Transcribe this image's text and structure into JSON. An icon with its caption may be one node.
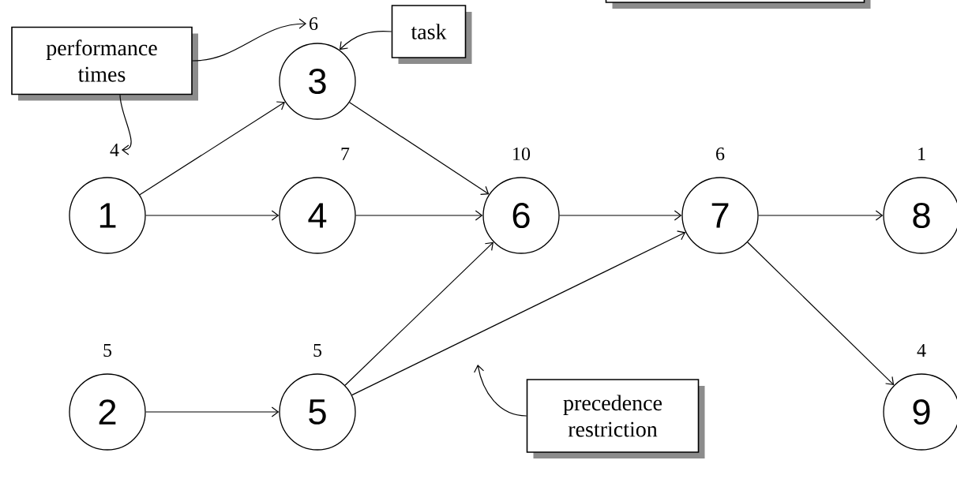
{
  "diagram": {
    "nodes": [
      {
        "text": [
          "performance times"
        ]
      },
      {
        "text": [
          "6"
        ]
      },
      {
        "text": [
          "task"
        ]
      },
      {
        "text": [],
        "shape": "box"
      },
      {
        "text": [
          "3"
        ]
      },
      {
        "text": [
          "4"
        ]
      },
      {
        "text": [
          "1"
        ]
      },
      {
        "text": [
          "4"
        ],
        "beside": [
          "7"
        ]
      },
      {
        "text": [
          "6"
        ],
        "beside": [
          "10"
        ]
      },
      {
        "text": [
          "7"
        ],
        "beside": [
          "6"
        ]
      },
      {
        "text": [
          "8"
        ],
        "beside": [
          "1"
        ]
      },
      {
        "text": [
          "2"
        ],
        "beside": [
          "5"
        ]
      },
      {
        "text": [
          "5"
        ],
        "beside": [
          "5"
        ]
      },
      {
        "text": [
          "precedence restriction"
        ]
      },
      {
        "text": [
          "9"
        ],
        "beside": [
          "4"
        ]
      }
    ],
    "edges": [
      {
        "from": 0,
        "to": 1,
        "arrow": "to"
      },
      {
        "from": 0,
        "to": 5,
        "arrow": "to"
      },
      {
        "from": 2,
        "to": 4,
        "arrow": "to"
      },
      {
        "from": 6,
        "to": 4,
        "arrow": "to"
      },
      {
        "from": 6,
        "to": 7,
        "arrow": "to"
      },
      {
        "from": 4,
        "to": 8,
        "arrow": "to"
      },
      {
        "from": 7,
        "to": 8,
        "arrow": "to"
      },
      {
        "from": 12,
        "to": 8,
        "arrow": "to"
      },
      {
        "from": 12,
        "to": 9,
        "arrow": "to"
      },
      {
        "from": 8,
        "to": 9,
        "arrow": "to"
      },
      {
        "from": 9,
        "to": 10,
        "arrow": "to"
      },
      {
        "from": 9,
        "to": 14,
        "arrow": "to"
      },
      {
        "from": 11,
        "to": 12,
        "arrow": "to"
      },
      {
        "from": 13,
        "to": null,
        "arrow": "to"
      }
    ]
  }
}
